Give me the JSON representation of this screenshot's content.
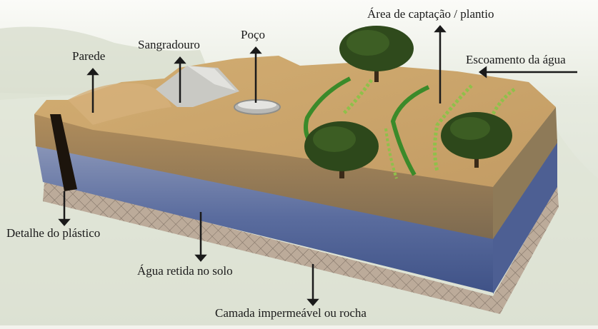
{
  "diagram": {
    "labels": {
      "parede": "Parede",
      "sangradouro": "Sangradouro",
      "poco": "Poço",
      "area_captacao": "Área de captação / plantio",
      "escoamento": "Escoamento da água",
      "detalhe_plastico": "Detalhe do plástico",
      "agua_retida": "Água retida no solo",
      "camada": "Camada impermeável ou rocha"
    },
    "colors": {
      "soil_top": "#c9a266",
      "soil_layer": "#8c7350",
      "water_layer": "#5b6fa0",
      "rock_layer": "#b9a898",
      "plastic": "#1c140c",
      "tree": "#2f4a1c",
      "crop": "#7fae3a",
      "background": "#eef0e8"
    }
  }
}
